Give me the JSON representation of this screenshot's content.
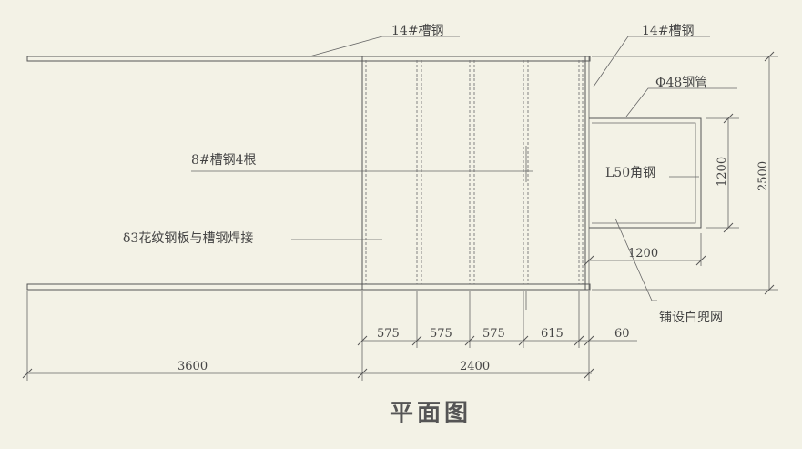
{
  "labels": {
    "channel_top_left": "14#槽钢",
    "channel_top_right": "14#槽钢",
    "steel_pipe": "Φ48钢管",
    "channel_8": "8#槽钢4根",
    "angle_steel": "L50角钢",
    "checker_plate": "δ3花纹钢板与槽钢焊接",
    "safety_net": "铺设白兜网"
  },
  "dimensions": {
    "spacing_1": "575",
    "spacing_2": "575",
    "spacing_3": "575",
    "spacing_4": "615",
    "gap": "60",
    "left_length": "3600",
    "right_length": "2400",
    "extension_width": "1200",
    "extension_height": "1200",
    "total_width": "2500"
  },
  "title": "平面图"
}
